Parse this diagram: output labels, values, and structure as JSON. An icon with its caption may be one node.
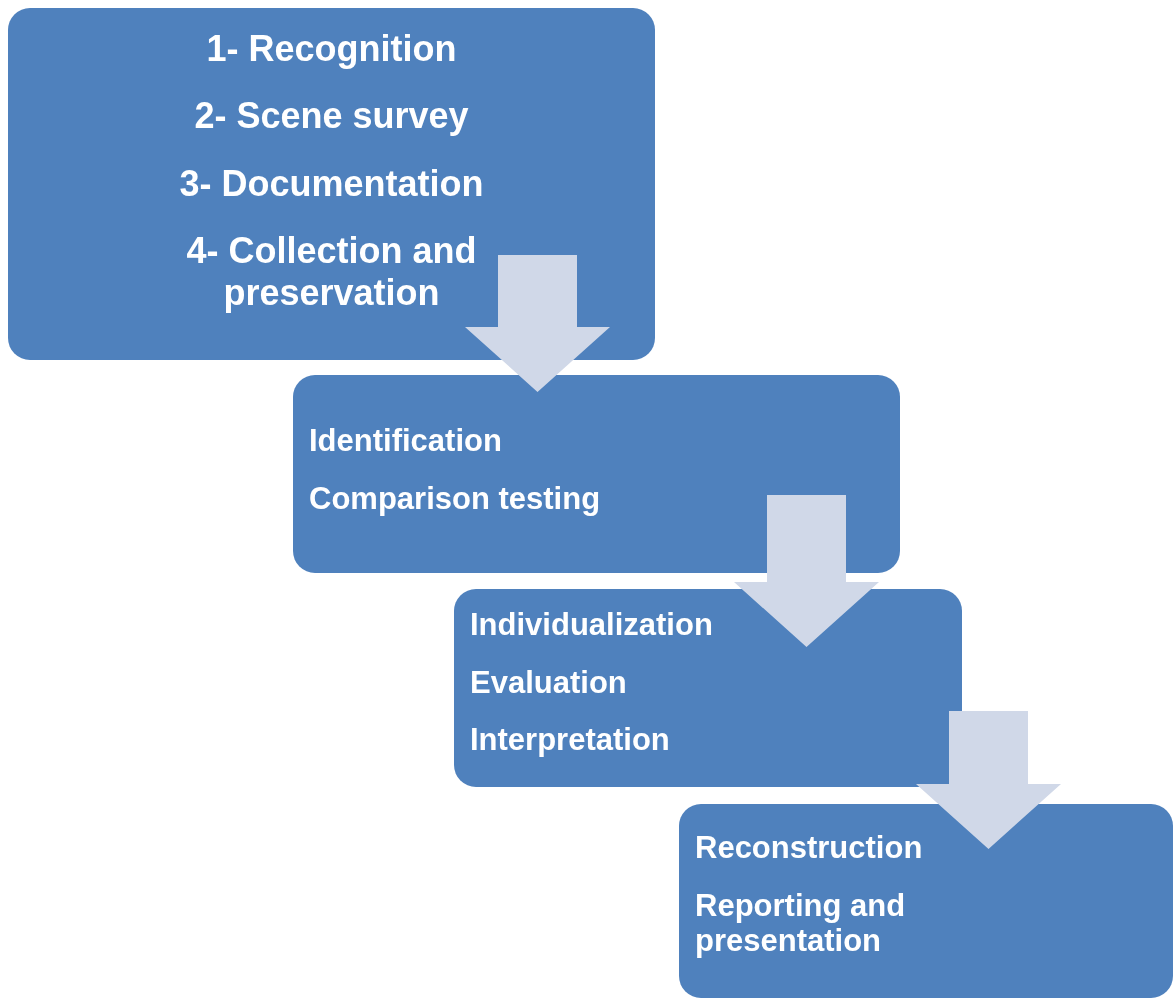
{
  "diagram": {
    "nodes": [
      {
        "text": [
          "1- Recognition",
          "2- Scene survey",
          "3- Documentation",
          "4- Collection and preservation"
        ]
      },
      {
        "text": [
          "Identification",
          "Comparison testing"
        ]
      },
      {
        "text": [
          "Individualization",
          "Evaluation",
          "Interpretation"
        ]
      },
      {
        "text": [
          "Reconstruction",
          "Reporting and presentation"
        ]
      }
    ],
    "edges": [
      {
        "from": 0,
        "to": 1,
        "arrow": "to"
      },
      {
        "from": 1,
        "to": 2,
        "arrow": "to"
      },
      {
        "from": 2,
        "to": 3,
        "arrow": "to"
      }
    ]
  }
}
